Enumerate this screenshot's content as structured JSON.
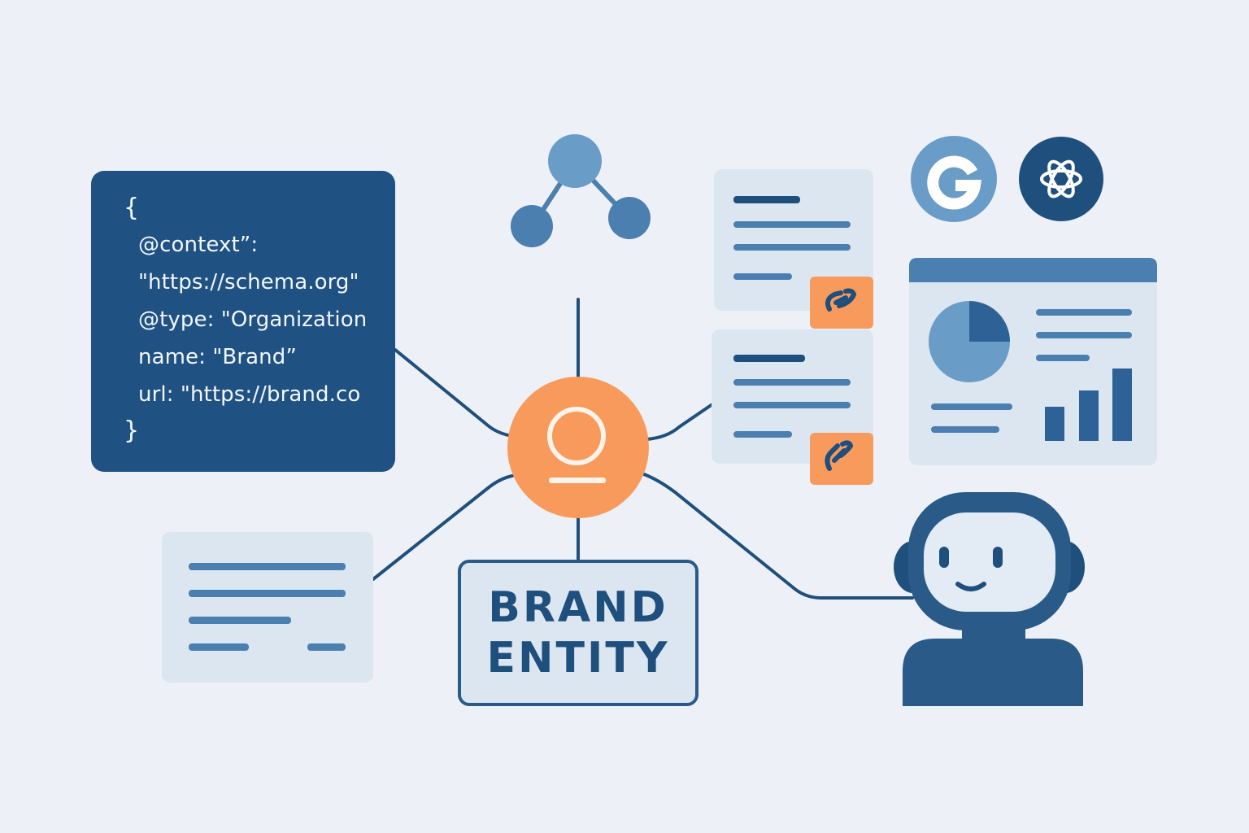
{
  "code_snippet": {
    "open_brace": "{",
    "lines": [
      "@context”:",
      "\"https://schema.org\"",
      "@type: \"Organization",
      "name: \"Brand”",
      "url: \"https://brand.co"
    ],
    "close_brace": "}"
  },
  "brand_entity": {
    "line1": "BRAND",
    "line2": "ENTITY"
  },
  "colors": {
    "background": "#edf1f7",
    "navy": "#1f5282",
    "mid_blue": "#4b7fb0",
    "light_blue": "#6a9cc8",
    "card": "#dce6f1",
    "accent_orange": "#f89a5b"
  },
  "icons": {
    "hub": "brand-hub-icon",
    "share": "share-network-icon",
    "search_engine": "google-g-icon",
    "ai_assistant": "openai-knot-icon",
    "link": "link-chain-icon",
    "robot": "robot-assistant-icon",
    "chart": "pie-chart-icon",
    "bars": "bar-chart-icon"
  }
}
